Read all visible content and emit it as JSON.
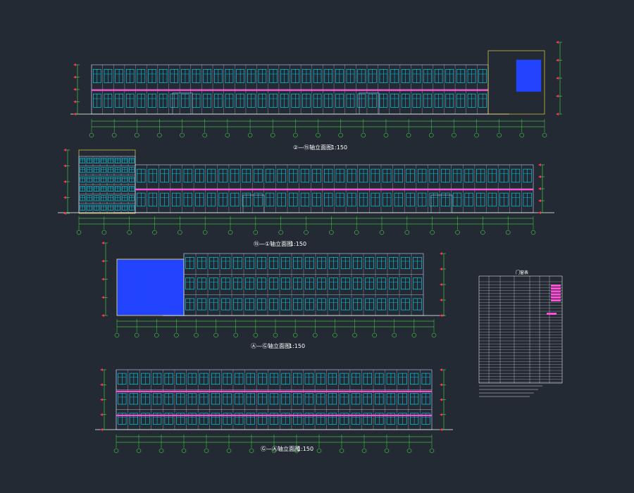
{
  "elevations": [
    {
      "id": "e1",
      "title": "②—⑮轴立面图",
      "scale": "1:150"
    },
    {
      "id": "e2",
      "title": "⑮—①轴立面图",
      "scale": "1:150"
    },
    {
      "id": "e3",
      "title": "Ⓐ—Ⓖ轴立面图",
      "scale": "1:150"
    },
    {
      "id": "e4",
      "title": "Ⓖ—Ⓐ轴立面图",
      "scale": "1:150"
    }
  ],
  "schedule": {
    "title": "门窗表"
  },
  "colors": {
    "background": "#232a33",
    "window": "#00e5ff",
    "frame": "#c8d8ff",
    "band": "#ff4fd8",
    "dimension": "#4dff4d",
    "accent_yellow": "#ffe94d",
    "glass_blue": "#2244ff",
    "wall_red": "#ff3355"
  }
}
